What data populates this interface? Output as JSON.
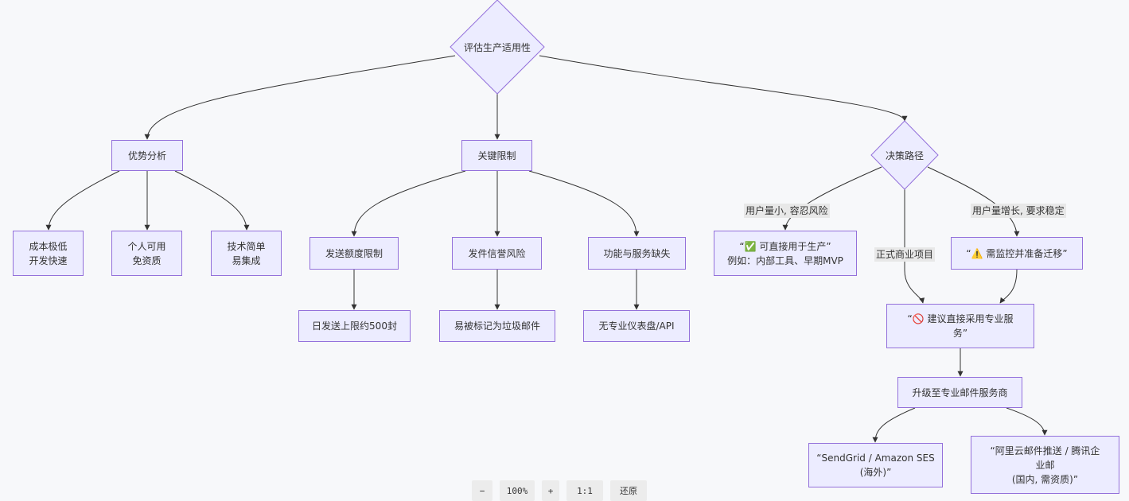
{
  "nodes": {
    "root": "评估生产适用性",
    "advantages": "优势分析",
    "adv_cost": "成本极低\n开发快速",
    "adv_personal": "个人可用\n免资质",
    "adv_tech": "技术简单\n易集成",
    "limits": "关键限制",
    "lim_quota": "发送额度限制",
    "lim_quota_detail": "日发送上限约500封",
    "lim_reputation": "发件信誉风险",
    "lim_reputation_detail": "易被标记为垃圾邮件",
    "lim_features": "功能与服务缺失",
    "lim_features_detail": "无专业仪表盘/API",
    "decision": "决策路径",
    "direct_use": "“✅ 可直接用于生产”\n例如：内部工具、早期MVP",
    "monitor": "“⚠️ 需监控并准备迁移”",
    "recommend": "“🚫 建议直接采用专业服\n务”",
    "upgrade": "升级至专业邮件服务商",
    "overseas": "“SendGrid / Amazon SES\n(海外)”",
    "domestic": "“阿里云邮件推送 / 腾讯企\n业邮\n(国内, 需资质)”"
  },
  "edge_labels": {
    "small_users": "用户量小, 容忍风险",
    "commercial": "正式商业项目",
    "growth": "用户量增长, 要求稳定"
  },
  "toolbar": {
    "zoom_out": "−",
    "zoom_level": "100%",
    "zoom_in": "+",
    "one_to_one": "1:1",
    "reset": "还原"
  }
}
